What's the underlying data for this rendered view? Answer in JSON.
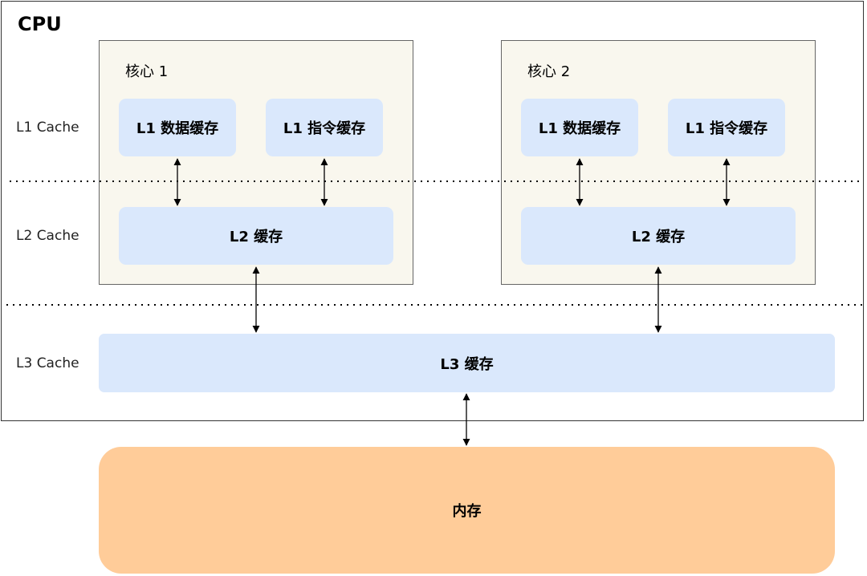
{
  "cpu": {
    "title": "CPU"
  },
  "levels": {
    "l1": "L1 Cache",
    "l2": "L2 Cache",
    "l3": "L3 Cache"
  },
  "cores": [
    {
      "label": "核心 1",
      "l1_data": "L1 数据缓存",
      "l1_inst": "L1 指令缓存",
      "l2": "L2 缓存"
    },
    {
      "label": "核心 2",
      "l1_data": "L1 数据缓存",
      "l1_inst": "L1 指令缓存",
      "l2": "L2 缓存"
    }
  ],
  "l3": "L3 缓存",
  "memory": "内存",
  "colors": {
    "core_bg": "#f9f7ee",
    "cache_bg": "#dae8fc",
    "memory_bg": "#ffcc99"
  }
}
